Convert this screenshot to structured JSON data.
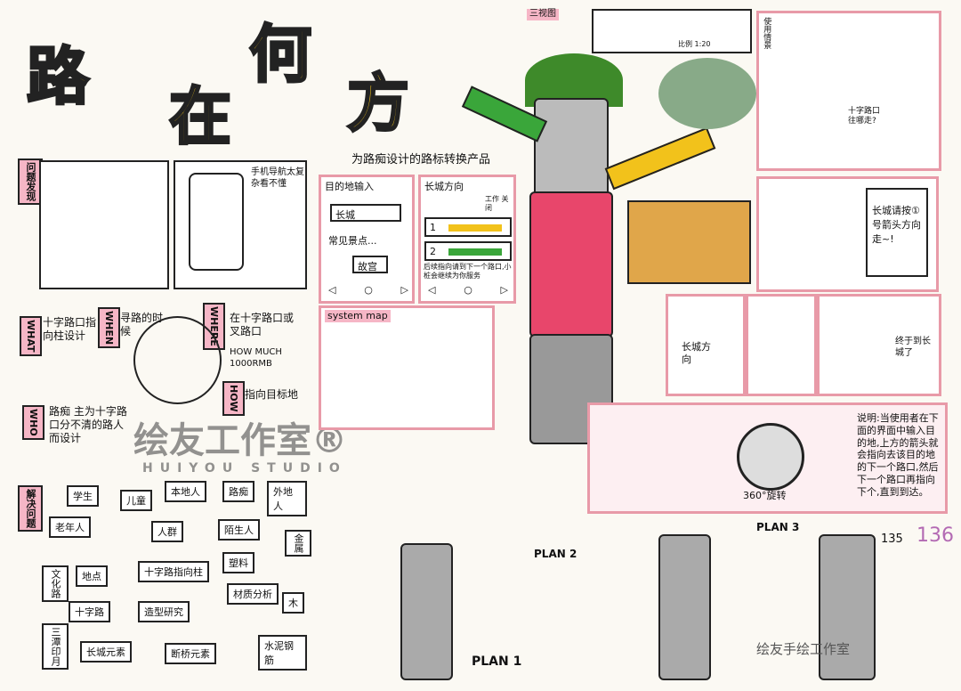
{
  "title": {
    "chars": [
      "路",
      "在",
      "何",
      "方"
    ]
  },
  "problem": {
    "tag": "问题发现",
    "bubble": "手机导航太复杂看不懂"
  },
  "analysis": {
    "what": {
      "tag": "WHAT",
      "text": "十字路口指向柱设计"
    },
    "when": {
      "tag": "WHEN",
      "text": "寻路的时候"
    },
    "where": {
      "tag": "WHERE",
      "text": "在十字路口或叉路口"
    },
    "how_much": {
      "text": "HOW MUCH 1000RMB"
    },
    "how": {
      "tag": "HOW",
      "text": "指向目标地"
    },
    "who": {
      "tag": "WHO",
      "text": "路痴 主为十字路口分不清的路人而设计"
    }
  },
  "solve": {
    "tag": "解决问题"
  },
  "mindmap": {
    "nodes": [
      "学生",
      "儿童",
      "本地人",
      "路痴",
      "外地人",
      "老年人",
      "人群",
      "陌生人",
      "塑料",
      "金属",
      "地点",
      "十字路指向柱",
      "文化路",
      "十字路",
      "造型研究",
      "材质分析",
      "木",
      "三潭印月",
      "长城元素",
      "断桥元素",
      "水泥钢筋"
    ]
  },
  "subtitle": "为路痴设计的路标转换产品",
  "screen1": {
    "header": "目的地输入",
    "input": "长城",
    "hint": "常见景点...",
    "option": "故宫",
    "nav": [
      "◁",
      "○",
      "▷"
    ]
  },
  "screen2": {
    "header": "长城方向",
    "status": "工作 关闭",
    "options": [
      "1",
      "2"
    ],
    "note": "后续指向请到下一个路口,小桩会继续为你服务",
    "nav": [
      "◁",
      "○",
      "▷"
    ]
  },
  "system_map": {
    "label": "system map"
  },
  "views": {
    "label": "三视图",
    "scale": "比例 1:20"
  },
  "scenario": {
    "label": "使用情景",
    "q": "十字路口往哪走?",
    "sign": "长城请按①号箭头方向走~!",
    "dir": "长城方向",
    "end": "终于到长城了"
  },
  "explain": {
    "text": "说明:当使用者在下面的界面中输入目的地,上方的箭头就会指向去该目的地的下一个路口,然后下一个路口再指向下个,直到到达。"
  },
  "rotate": "360°旋转",
  "plans": [
    "PLAN 1",
    "PLAN 2",
    "PLAN 3"
  ],
  "pages": [
    "135",
    "136"
  ],
  "watermark": {
    "main": "绘友工作室®",
    "sub": "HUIYOU STUDIO",
    "corner": "绘友手绘工作室"
  },
  "colors": {
    "pink": "#e8466b",
    "yellow": "#f2c21b",
    "green": "#3aa63a",
    "frame": "#e89aa8"
  }
}
